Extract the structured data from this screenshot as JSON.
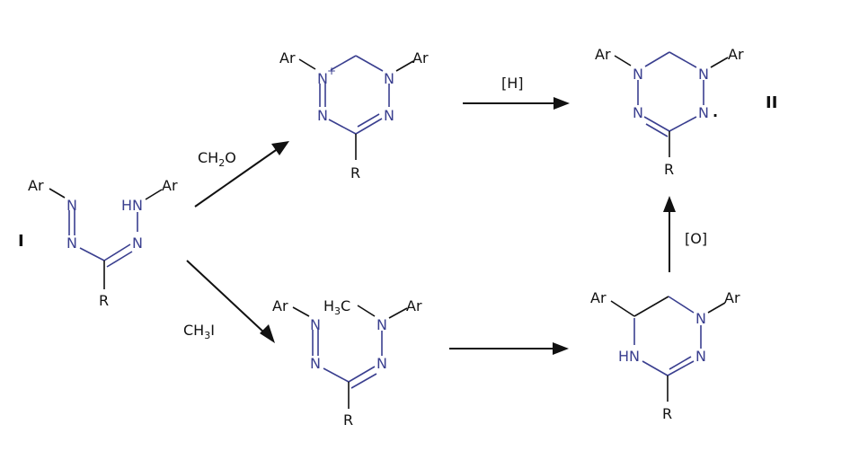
{
  "compound_labels": {
    "I": "I",
    "II": "II"
  },
  "reagents": {
    "upper": "CH2O",
    "lower": "CH3I",
    "reduction": "[H]",
    "oxidation": "[O]"
  },
  "atoms": {
    "ar": "Ar",
    "n": "N",
    "hn": "HN",
    "nplus": "N",
    "plus": "+",
    "r": "R",
    "h3c": "H3C",
    "radical": "·"
  },
  "colors": {
    "heteroatom": "#3a3f8f",
    "carbon": "#111111"
  }
}
